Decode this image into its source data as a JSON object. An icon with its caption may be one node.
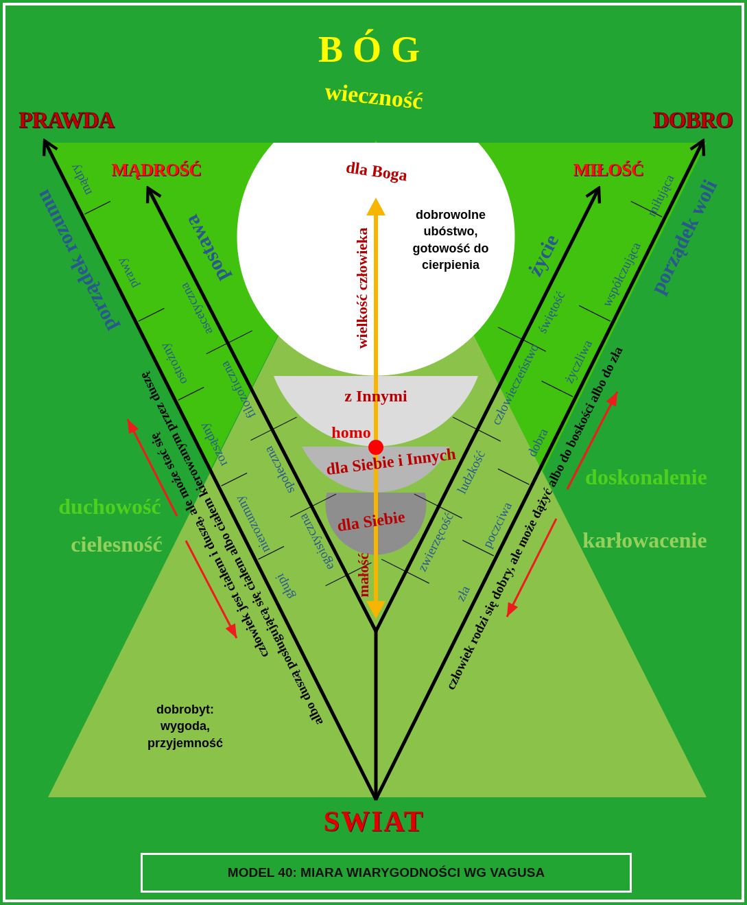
{
  "diagram": {
    "caption": "MODEL 40: MIARA WIARYGODNOŚCI WG VAGUSA",
    "nodes": [
      {
        "text": [
          "PRAWDA"
        ]
      },
      {
        "text": [
          "DOBRO"
        ]
      },
      {
        "text": [
          "MĄDROŚĆ"
        ]
      },
      {
        "text": [
          "MIŁOŚĆ"
        ]
      },
      {
        "text": [
          "SWIAT"
        ]
      },
      {
        "text": [
          "dla Boga",
          "dobrowolne ubóstwo, gotowość do cierpienia"
        ]
      },
      {
        "text": [
          "z Innymi"
        ]
      },
      {
        "text": [
          "dla Siebie i Innych"
        ]
      },
      {
        "text": [
          "dla Siebie"
        ]
      }
    ],
    "edges": [
      {
        "from": 4,
        "to": 0,
        "arrow": "to"
      },
      {
        "from": 4,
        "to": 1,
        "arrow": "to"
      },
      {
        "from": null,
        "to": 2,
        "arrow": "to"
      },
      {
        "from": null,
        "to": 3,
        "arrow": "to"
      },
      {
        "from": null,
        "to": 4,
        "arrow": "none"
      }
    ],
    "labels": [
      "BÓG",
      "wieczność",
      "porządek rozumu",
      "mądry",
      "prawy",
      "ostrożny",
      "rozsądny",
      "nierozumny",
      "głupi",
      "postawa",
      "ascetyczna",
      "filozoficzna",
      "społeczna",
      "egoistyczna",
      "wielkość człowieka",
      "homo",
      "małość",
      "życie",
      "świętość",
      "człowieczeństwo",
      "ludzkość",
      "zwierzęcość",
      "porządek woli",
      "miłująca",
      "współczująca",
      "życzliwa",
      "dobra",
      "poczciwa",
      "zła",
      "duchowość",
      "cielesność",
      "doskonalenie",
      "karłowacenie",
      "człowiek jest ciałem i duszą, ale może stać się",
      "albo duszą posługującą się ciałem albo ciałem kierowanym przez duszę",
      "dobrobyt: wygoda, przyjemność",
      "człowiek rodzi się dobry, ale może dążyć albo do boskości albo do zła"
    ]
  }
}
